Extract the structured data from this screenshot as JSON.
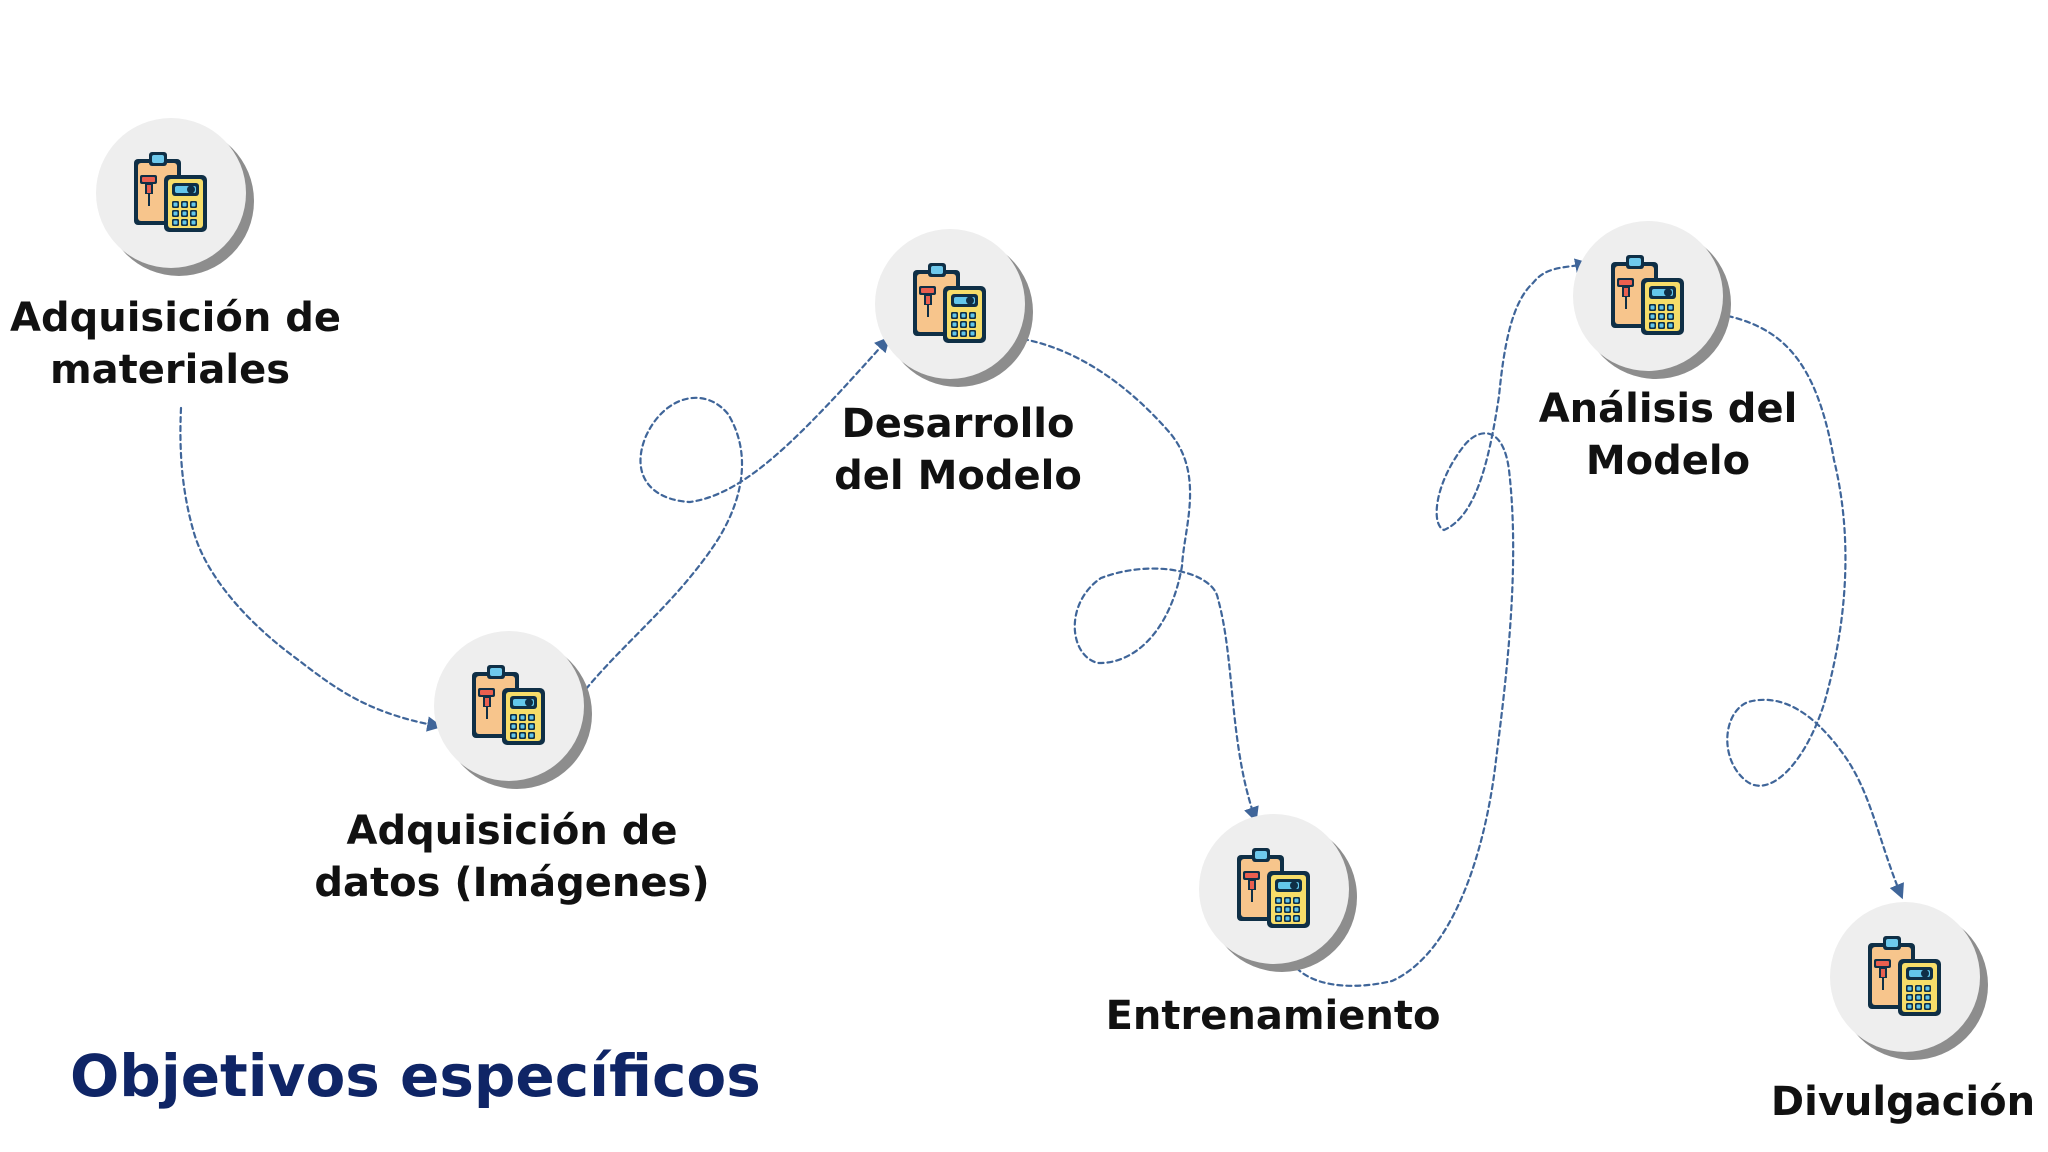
{
  "page": {
    "title": "Objetivos específicos"
  },
  "steps": [
    {
      "icon": "clipboard-calculator-icon",
      "line1": "Adquisición de",
      "line2": "materiales"
    },
    {
      "icon": "clipboard-calculator-icon",
      "line1": "Adquisición de",
      "line2": "datos (Imágenes)"
    },
    {
      "icon": "clipboard-calculator-icon",
      "line1": "Desarrollo",
      "line2": "del Modelo"
    },
    {
      "icon": "clipboard-calculator-icon",
      "line1": "Entrenamiento",
      "line2": ""
    },
    {
      "icon": "clipboard-calculator-icon",
      "line1": "Análisis del",
      "line2": "Modelo"
    },
    {
      "icon": "clipboard-calculator-icon",
      "line1": "Divulgación",
      "line2": ""
    }
  ],
  "colors": {
    "title": "#0f2566",
    "connector": "#3f6599",
    "node_bg": "#eeeeee",
    "node_shadow": "#8d8d8d",
    "label_text": "#111111"
  }
}
